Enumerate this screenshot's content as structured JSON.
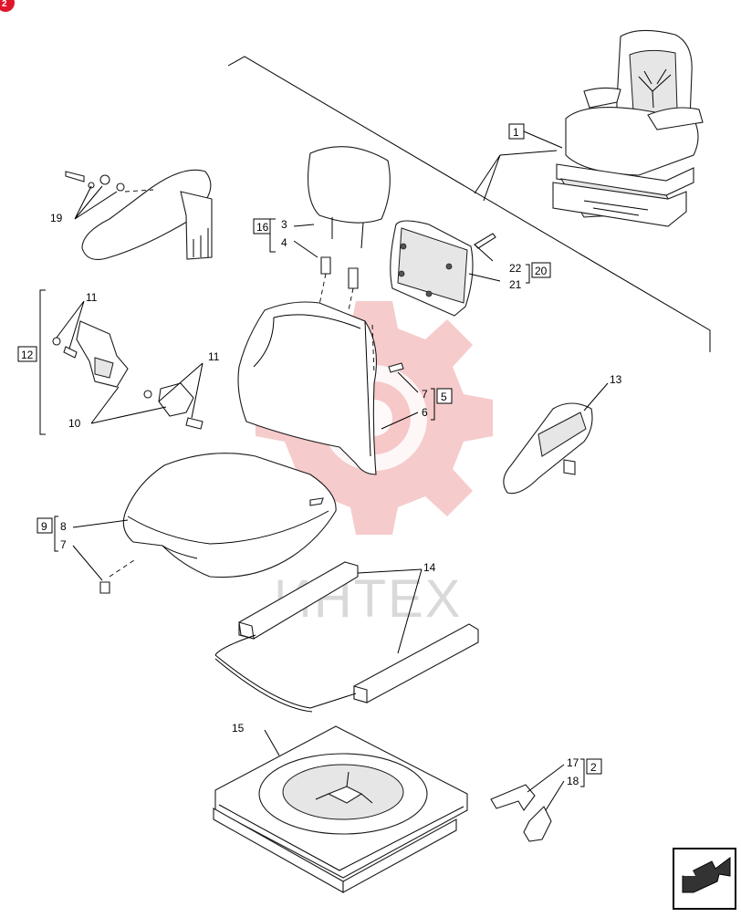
{
  "diagram": {
    "corner_badge": "2",
    "watermark_text": "ИНТЕХ",
    "callouts": {
      "c1": "1",
      "c2": "2",
      "c3": "3",
      "c4": "4",
      "c5": "5",
      "c6": "6",
      "c7_a": "7",
      "c7_b": "7",
      "c8": "8",
      "c9": "9",
      "c10": "10",
      "c11_a": "11",
      "c11_b": "11",
      "c12": "12",
      "c13": "13",
      "c14": "14",
      "c15": "15",
      "c16": "16",
      "c17": "17",
      "c18": "18",
      "c19": "19",
      "c20": "20",
      "c21": "21",
      "c22": "22"
    },
    "colors": {
      "badge": "#e0162b",
      "watermark": "#f0a8a8",
      "line": "#000000"
    },
    "icons": {
      "nav": "previous-page-arrow-icon"
    }
  }
}
